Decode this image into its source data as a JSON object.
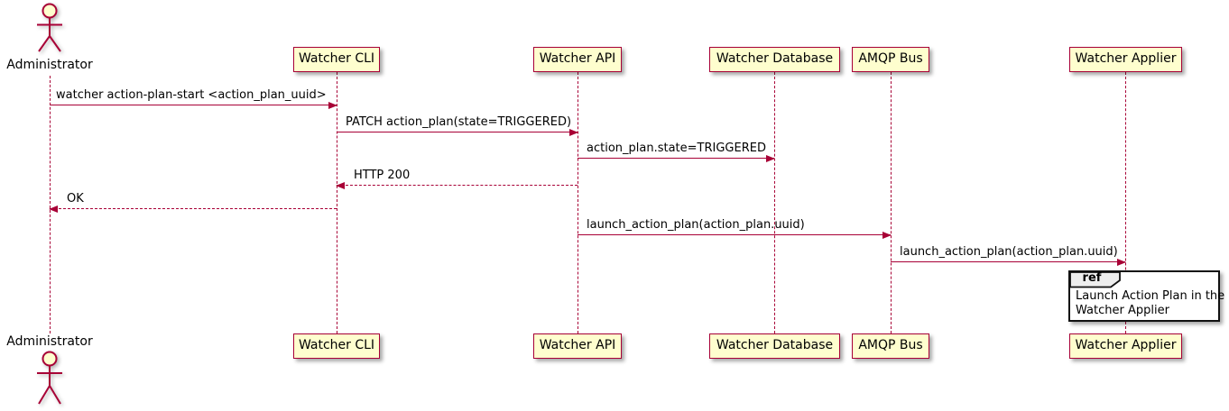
{
  "diagram": {
    "type": "sequence-diagram",
    "colors": {
      "accent": "#A80036",
      "participant_fill": "#FEFECE",
      "ref_tab_fill": "#EEEEEE",
      "ref_border": "#111111",
      "text": "#000000"
    }
  },
  "actor": {
    "name": "Administrator"
  },
  "participants": [
    {
      "name": "Watcher CLI"
    },
    {
      "name": "Watcher API"
    },
    {
      "name": "Watcher Database"
    },
    {
      "name": "AMQP Bus"
    },
    {
      "name": "Watcher Applier"
    }
  ],
  "messages": [
    {
      "from": "Administrator",
      "to": "Watcher CLI",
      "label": "watcher action-plan-start <action_plan_uuid>",
      "line": "solid",
      "direction": "right"
    },
    {
      "from": "Watcher CLI",
      "to": "Watcher API",
      "label": "PATCH action_plan(state=TRIGGERED)",
      "line": "solid",
      "direction": "right"
    },
    {
      "from": "Watcher API",
      "to": "Watcher Database",
      "label": "action_plan.state=TRIGGERED",
      "line": "solid",
      "direction": "right"
    },
    {
      "from": "Watcher API",
      "to": "Watcher CLI",
      "label": "HTTP 200",
      "line": "dashed",
      "direction": "left"
    },
    {
      "from": "Watcher CLI",
      "to": "Administrator",
      "label": "OK",
      "line": "dashed",
      "direction": "left"
    },
    {
      "from": "Watcher API",
      "to": "AMQP Bus",
      "label": "launch_action_plan(action_plan.uuid)",
      "line": "solid",
      "direction": "right"
    },
    {
      "from": "AMQP Bus",
      "to": "Watcher Applier",
      "label": "launch_action_plan(action_plan.uuid)",
      "line": "solid",
      "direction": "right"
    }
  ],
  "ref": {
    "tag": "ref",
    "line1": "Launch Action Plan in the",
    "line2": "Watcher Applier"
  }
}
